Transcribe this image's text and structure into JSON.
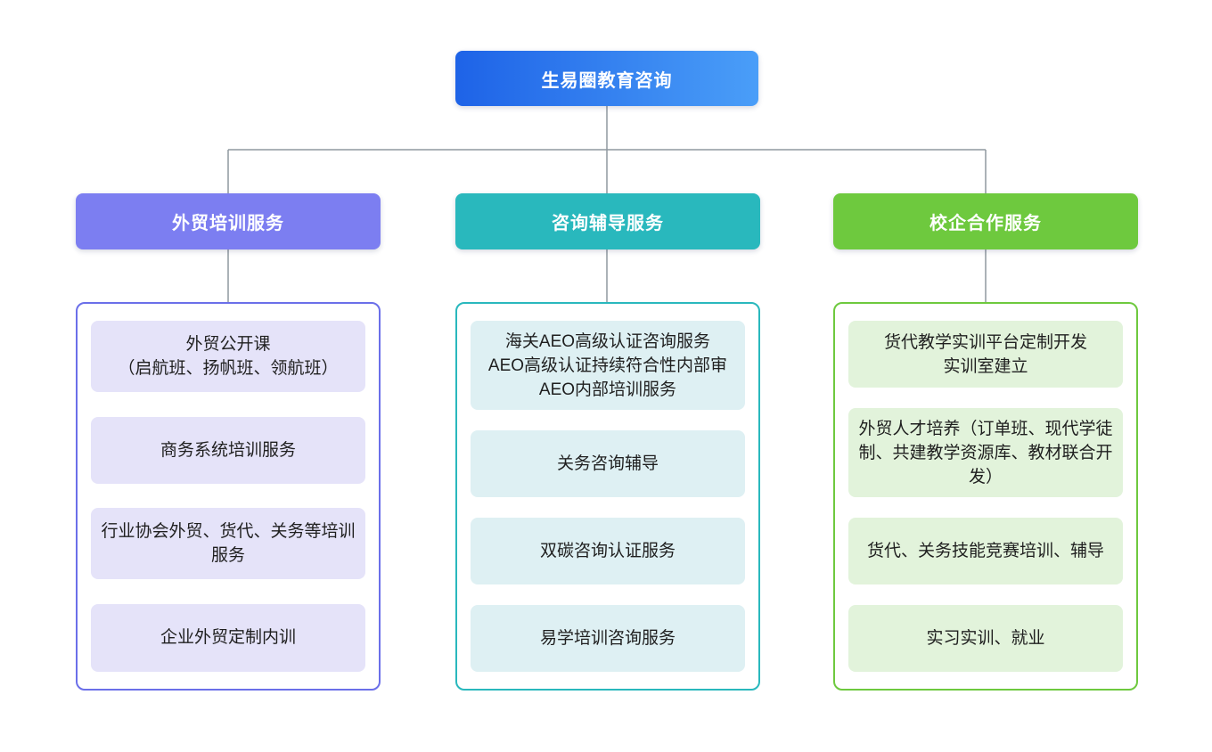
{
  "root": {
    "label": "生易圈教育咨询"
  },
  "branches": [
    {
      "label": "外贸培训服务",
      "items": [
        {
          "text": "外贸公开课\n（启航班、扬帆班、领航班）"
        },
        {
          "text": "商务系统培训服务"
        },
        {
          "text": "行业协会外贸、货代、关务等培训服务"
        },
        {
          "text": "企业外贸定制内训"
        }
      ]
    },
    {
      "label": "咨询辅导服务",
      "items": [
        {
          "text": "海关AEO高级认证咨询服务\nAEO高级认证持续符合性内部审\nAEO内部培训服务"
        },
        {
          "text": "关务咨询辅导"
        },
        {
          "text": "双碳咨询认证服务"
        },
        {
          "text": "易学培训咨询服务"
        }
      ]
    },
    {
      "label": "校企合作服务",
      "items": [
        {
          "text": "货代教学实训平台定制开发\n实训室建立"
        },
        {
          "text": "外贸人才培养（订单班、现代学徒制、共建教学资源库、教材联合开发）"
        },
        {
          "text": "货代、关务技能竞赛培训、辅导"
        },
        {
          "text": "实习实训、就业"
        }
      ]
    }
  ],
  "palette": {
    "root_gradient_start": "#1e63e7",
    "root_gradient_end": "#4a9ef8",
    "branch_1": "#7c7ef1",
    "branch_1_border": "#6b6fe9",
    "branch_1_item_bg": "#e5e3f9",
    "branch_2": "#29b8bd",
    "branch_2_border": "#29b8bd",
    "branch_2_item_bg": "#def0f3",
    "branch_3": "#6ec93e",
    "branch_3_border": "#6ec93e",
    "branch_3_item_bg": "#e2f3db",
    "connector": "#8f989f"
  }
}
